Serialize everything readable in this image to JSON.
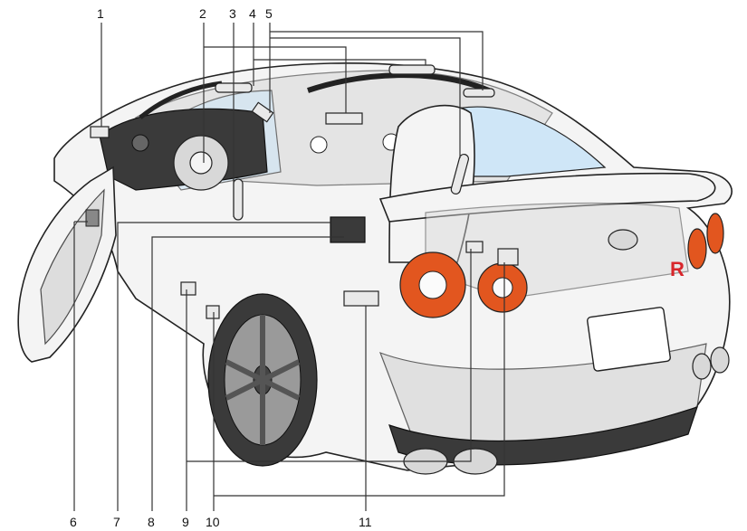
{
  "figure": {
    "callouts": [
      {
        "id": "c1",
        "label": "1"
      },
      {
        "id": "c2",
        "label": "2"
      },
      {
        "id": "c3",
        "label": "3"
      },
      {
        "id": "c4",
        "label": "4"
      },
      {
        "id": "c5",
        "label": "5"
      },
      {
        "id": "c6",
        "label": "6"
      },
      {
        "id": "c7",
        "label": "7"
      },
      {
        "id": "c8",
        "label": "8"
      },
      {
        "id": "c9",
        "label": "9"
      },
      {
        "id": "c10",
        "label": "10"
      },
      {
        "id": "c11",
        "label": "11"
      }
    ],
    "badge_text": "R",
    "colors": {
      "tail_lamp": "#e2561f",
      "glass": "#cfe6f7",
      "badge": "#d8262b"
    }
  }
}
